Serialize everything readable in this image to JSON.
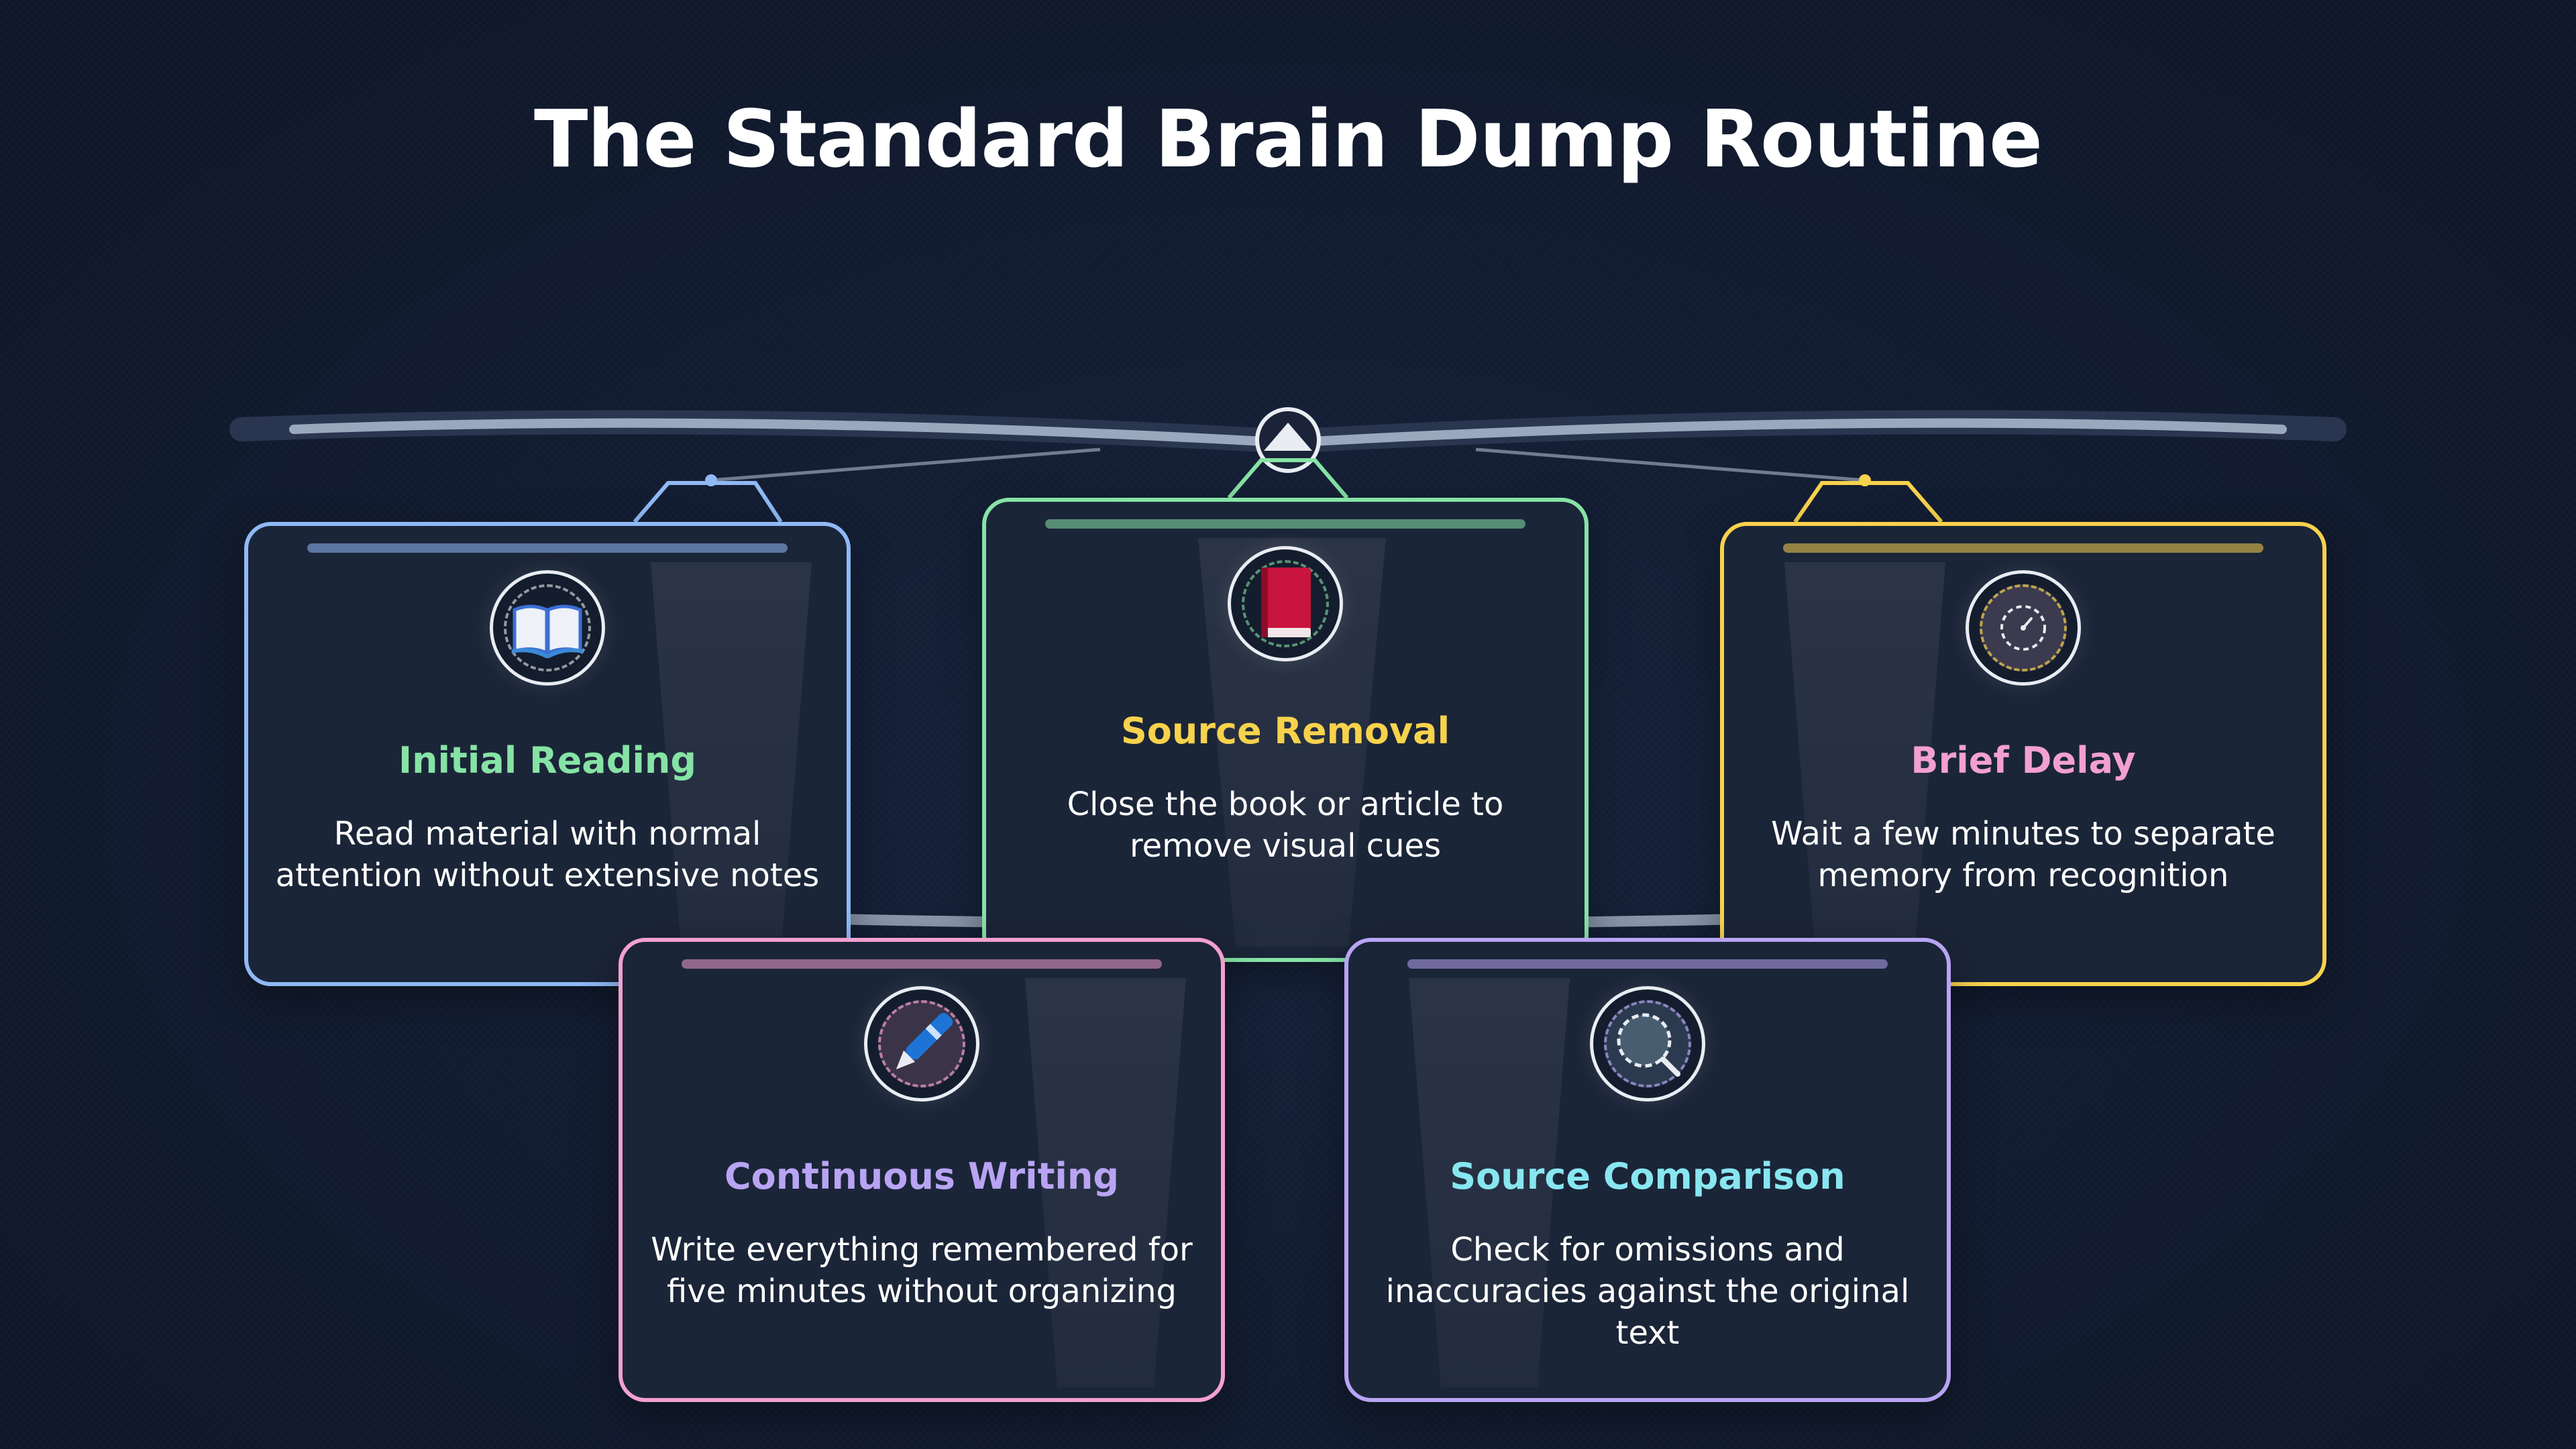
{
  "title": "The Standard Brain Dump Routine",
  "colors": {
    "blue": "#8fb9f5",
    "green": "#86e3a5",
    "yellow": "#f7d24c",
    "pink": "#f2a0cf",
    "purple": "#b8a4f3",
    "cyan": "#88e6f0"
  },
  "steps": [
    {
      "title": "Initial Reading",
      "description": "Read material with normal attention without extensive notes",
      "icon": "open-book-icon",
      "border_color": "#8fb9f5",
      "title_color": "#86e3a5"
    },
    {
      "title": "Source Removal",
      "description": "Close the book or article to remove visual cues",
      "icon": "closed-book-icon",
      "border_color": "#86e3a5",
      "title_color": "#f7d24c"
    },
    {
      "title": "Brief Delay",
      "description": "Wait a few minutes to separate memory from recognition",
      "icon": "timer-icon",
      "border_color": "#f7d24c",
      "title_color": "#f2a0cf"
    },
    {
      "title": "Continuous Writing",
      "description": "Write everything remembered for five minutes without organizing",
      "icon": "pen-icon",
      "border_color": "#f2a0cf",
      "title_color": "#b8a4f3"
    },
    {
      "title": "Source Comparison",
      "description": "Check for omissions and inaccuracies against the original text",
      "icon": "magnifier-icon",
      "border_color": "#b8a4f3",
      "title_color": "#88e6f0"
    }
  ]
}
